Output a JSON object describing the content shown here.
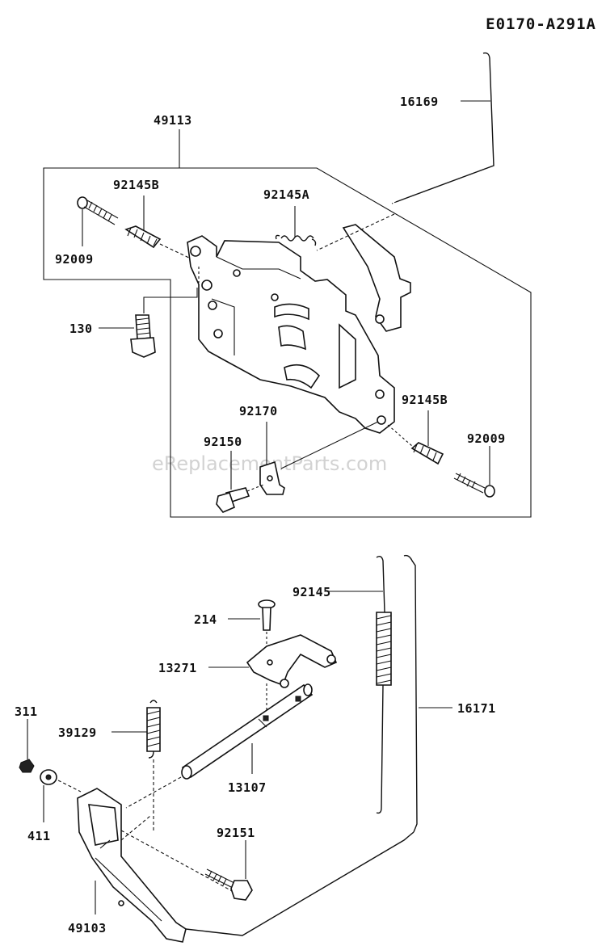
{
  "diagram_code": "E0170-A291A",
  "watermark": "eReplacementParts.com",
  "labels": {
    "p16169": "16169",
    "p49113": "49113",
    "p92145B_a": "92145B",
    "p92145A": "92145A",
    "p92009_a": "92009",
    "p130": "130",
    "p92170": "92170",
    "p92145B_b": "92145B",
    "p92150": "92150",
    "p92009_b": "92009",
    "p92145": "92145",
    "p214": "214",
    "p13271": "13271",
    "p311": "311",
    "p39129": "39129",
    "p16171": "16171",
    "p13107": "13107",
    "p411": "411",
    "p92151": "92151",
    "p49103": "49103"
  }
}
